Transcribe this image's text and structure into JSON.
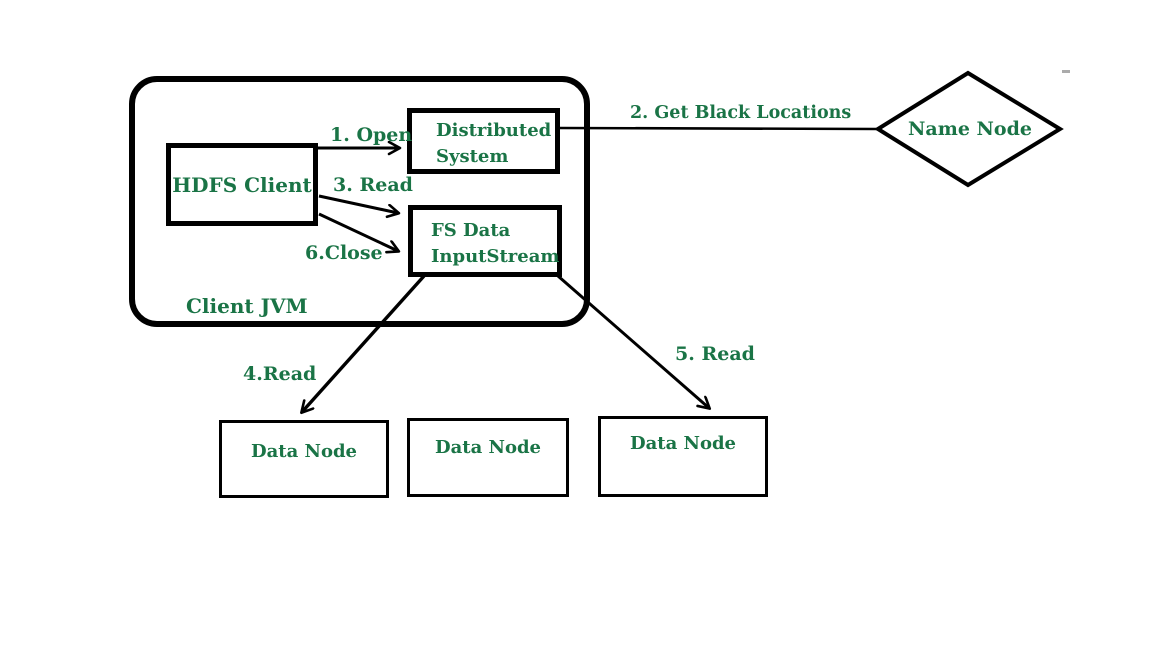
{
  "diagram": {
    "title_context": "HDFS read data flow",
    "colors": {
      "text_green": "#1a7446",
      "line_black": "#000000",
      "background": "#ffffff",
      "artifact_gray": "#ababab"
    },
    "container": {
      "label": "Client JVM"
    },
    "nodes": {
      "hdfs_client": {
        "label": "HDFS Client"
      },
      "distributed_system": {
        "line1": "Distributed",
        "line2": "System"
      },
      "fs_data_inputstream": {
        "line1": "FS Data",
        "line2": "InputStream"
      },
      "name_node": {
        "label": "Name Node",
        "shape": "diamond"
      },
      "data_node_1": {
        "label": "Data Node"
      },
      "data_node_2": {
        "label": "Data Node"
      },
      "data_node_3": {
        "label": "Data Node"
      }
    },
    "edges": {
      "step1": {
        "label": "1. Open",
        "from": "hdfs_client",
        "to": "distributed_system"
      },
      "step2": {
        "label": "2. Get Black Locations",
        "from": "distributed_system",
        "to": "name_node"
      },
      "step3": {
        "label": "3. Read",
        "from": "hdfs_client",
        "to": "fs_data_inputstream"
      },
      "step4": {
        "label": "4.Read",
        "from": "fs_data_inputstream",
        "to": "data_node_1"
      },
      "step5": {
        "label": "5. Read",
        "from": "fs_data_inputstream",
        "to": "data_node_3"
      },
      "step6": {
        "label": "6.Close",
        "from": "hdfs_client",
        "to": "fs_data_inputstream"
      }
    }
  }
}
